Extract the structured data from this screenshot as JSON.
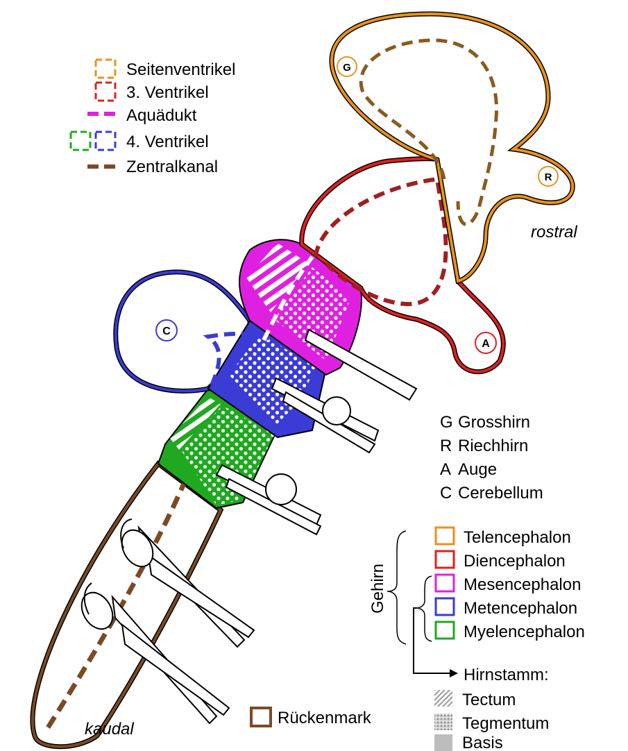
{
  "legend_ventricles": [
    {
      "label": "Seitenventrikel",
      "color": "#e8921c"
    },
    {
      "label": "3. Ventrikel",
      "color": "#e02020"
    },
    {
      "label": "Aquädukt",
      "color": "#e020e0"
    },
    {
      "label": "4. Ventrikel",
      "colors": [
        "#20a820",
        "#3b3bd6"
      ]
    },
    {
      "label": "Zentralkanal",
      "color": "#7b4a25"
    }
  ],
  "orientation": {
    "rostral": "rostral",
    "caudal": "kaudal"
  },
  "region_letters": [
    {
      "letter": "G",
      "label": "Grosshirn",
      "color": "#e8921c"
    },
    {
      "letter": "R",
      "label": "Riechhirn",
      "color": "#e8921c"
    },
    {
      "letter": "A",
      "label": "Auge",
      "color": "#e02020"
    },
    {
      "letter": "C",
      "label": "Cerebellum",
      "color": "#3b3bd6"
    }
  ],
  "brain_group_label": "Gehirn",
  "brain_parts": [
    {
      "label": "Telencephalon",
      "color": "#e8921c"
    },
    {
      "label": "Diencephalon",
      "color": "#e02020"
    },
    {
      "label": "Mesencephalon",
      "color": "#e020e0"
    },
    {
      "label": "Metencephalon",
      "color": "#3b3bd6"
    },
    {
      "label": "Myelencephalon",
      "color": "#20a820"
    }
  ],
  "brainstem": {
    "label": "Hirnstamm:",
    "items": [
      {
        "label": "Tectum",
        "pattern": "hatched"
      },
      {
        "label": "Tegmentum",
        "pattern": "dotted"
      },
      {
        "label": "Basis",
        "pattern": "solid-gray"
      }
    ]
  },
  "spinal_cord": {
    "label": "Rückenmark",
    "color": "#7b4a25"
  }
}
